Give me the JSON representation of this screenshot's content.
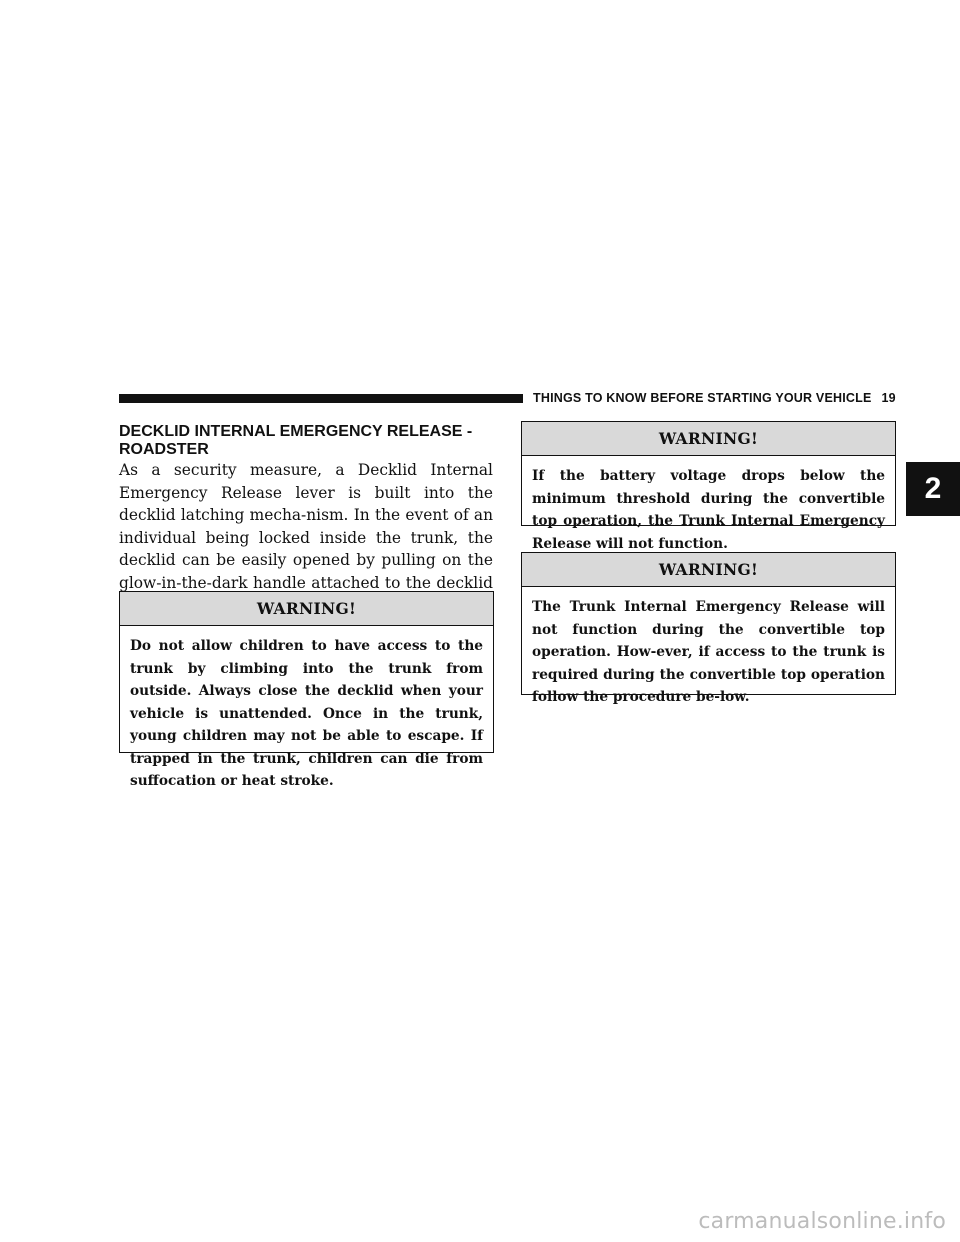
{
  "header": {
    "running_title": "THINGS TO KNOW BEFORE STARTING YOUR VEHICLE",
    "page_number": "19"
  },
  "chapter_tab": "2",
  "section": {
    "heading": "DECKLID INTERNAL EMERGENCY RELEASE - ROADSTER",
    "body": "As a security measure, a Decklid Internal Emergency Release lever is built into the decklid latching mecha-nism. In the event of an individual being locked inside the trunk, the decklid can be easily opened by pulling on the glow-in-the-dark handle attached to the decklid latching mechanism. See picture."
  },
  "warnings": [
    {
      "title": "WARNING!",
      "text": "Do not allow children to have access to the trunk by climbing into the trunk from outside. Always close the decklid when your vehicle is unattended. Once in the trunk, young children may not be able to escape. If trapped in the trunk, children can die from suffocation or heat stroke."
    },
    {
      "title": "WARNING!",
      "text": "If the battery voltage drops below the minimum threshold during the convertible top operation, the Trunk Internal Emergency Release will not function."
    },
    {
      "title": "WARNING!",
      "text": "The Trunk Internal Emergency Release will not function during the convertible top operation. How-ever, if access to the trunk is required during the convertible top operation follow the procedure be-low."
    }
  ],
  "watermark": "carmanualsonline.info"
}
